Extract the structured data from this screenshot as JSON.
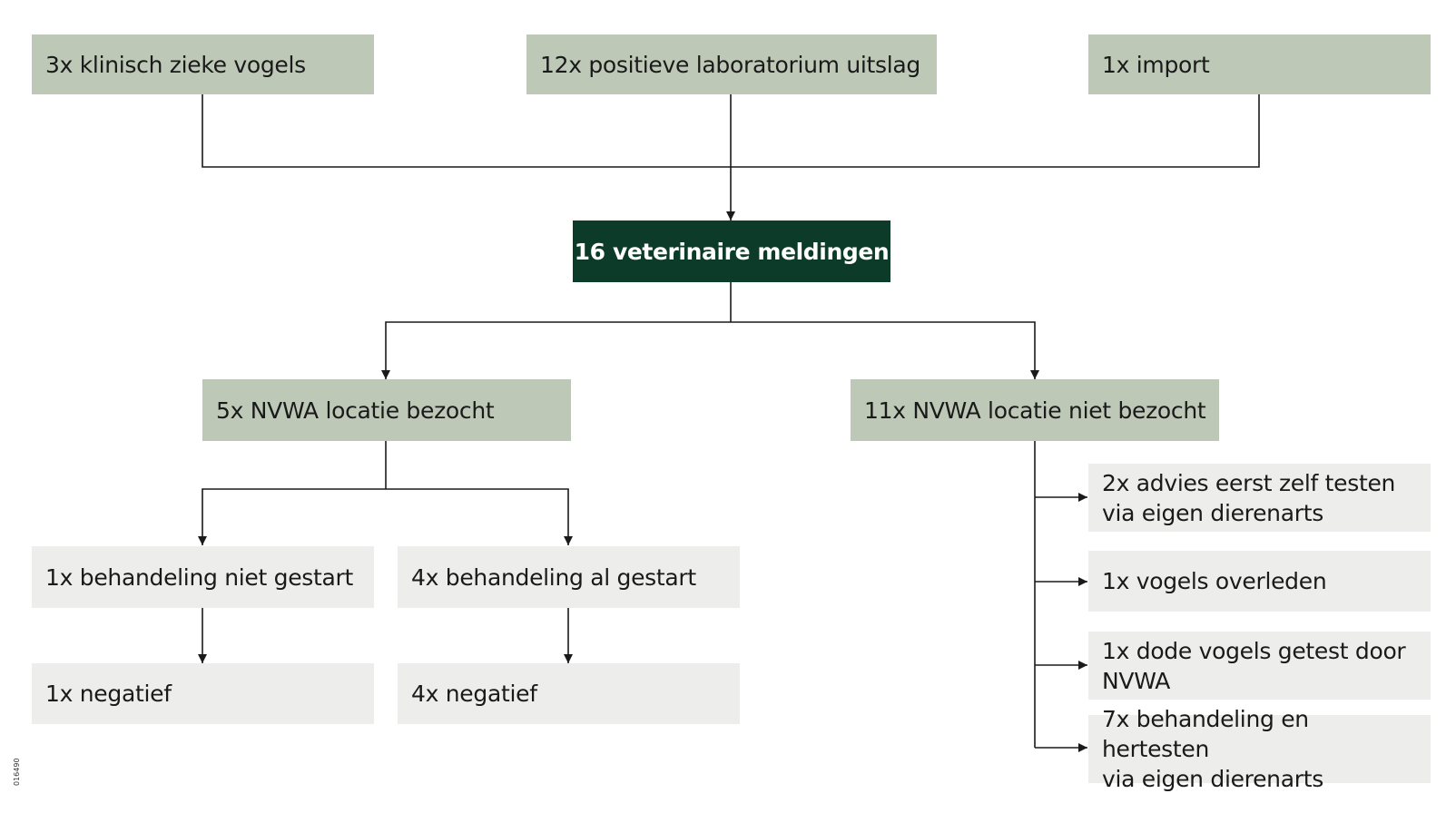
{
  "colors": {
    "source_box": "#bdc8b7",
    "main_box": "#0d3b2a",
    "main_text": "#ffffff",
    "leaf_box": "#edeeec",
    "line": "#1a1a1a"
  },
  "sources": {
    "clinical": "3x klinisch zieke vogels",
    "laboratory": "12x positieve laboratorium uitslag",
    "import": "1x import"
  },
  "main": "16 veterinaire meldingen",
  "visited": {
    "label": "5x NVWA locatie bezocht",
    "not_started": "1x behandeling niet gestart",
    "already_started": "4x behandeling al gestart",
    "not_started_result": "1x negatief",
    "already_started_result": "4x negatief"
  },
  "not_visited": {
    "label": "11x NVWA locatie niet bezocht",
    "outcomes": [
      "2x advies eerst zelf testen\nvia eigen dierenarts",
      "1x vogels overleden",
      "1x dode vogels getest door\nNVWA",
      "7x behandeling en hertesten\nvia eigen dierenarts"
    ]
  },
  "figure_code": "016490"
}
